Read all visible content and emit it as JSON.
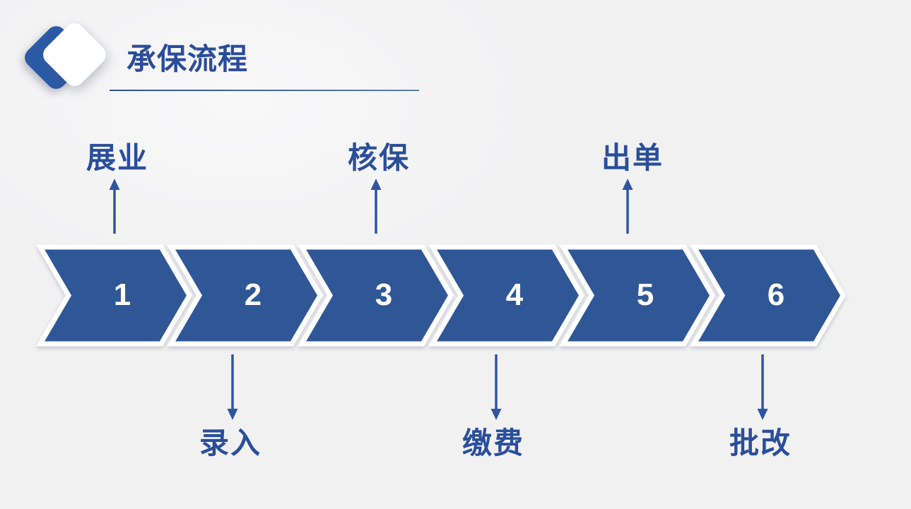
{
  "slide": {
    "header": {
      "title": "承保流程"
    },
    "process": {
      "steps": [
        {
          "number": "1",
          "label": "展业",
          "label_position": "above"
        },
        {
          "number": "2",
          "label": "录入",
          "label_position": "below"
        },
        {
          "number": "3",
          "label": "核保",
          "label_position": "above"
        },
        {
          "number": "4",
          "label": "缴费",
          "label_position": "below"
        },
        {
          "number": "5",
          "label": "出单",
          "label_position": "above"
        },
        {
          "number": "6",
          "label": "批改",
          "label_position": "below"
        }
      ]
    },
    "colors": {
      "chevron_fill": "#2F5796",
      "chevron_outline": "#FFFFFF",
      "number_text": "#FFFFFF",
      "label_text": "#2A4E9A",
      "title_text": "#2B4C9A",
      "arrow": "#2E55A0",
      "icon_blue": "#2B5AA6",
      "background": "#F1F1F2"
    }
  }
}
